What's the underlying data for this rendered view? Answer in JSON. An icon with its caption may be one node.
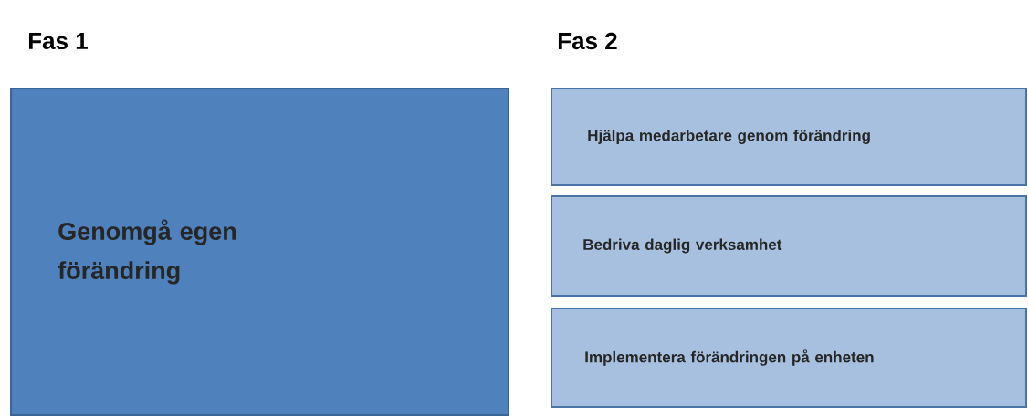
{
  "diagram": {
    "nodes": [
      {
        "text": [
          "Genomgå egen förändring"
        ]
      },
      {
        "text": [
          "Hjälpa medarbetare genom förändring"
        ]
      },
      {
        "text": [
          "Bedriva daglig verksamhet"
        ]
      },
      {
        "text": [
          "Implementera förändringen på enheten"
        ]
      }
    ],
    "labels": [
      "Fas 1",
      "Fas 2"
    ]
  }
}
